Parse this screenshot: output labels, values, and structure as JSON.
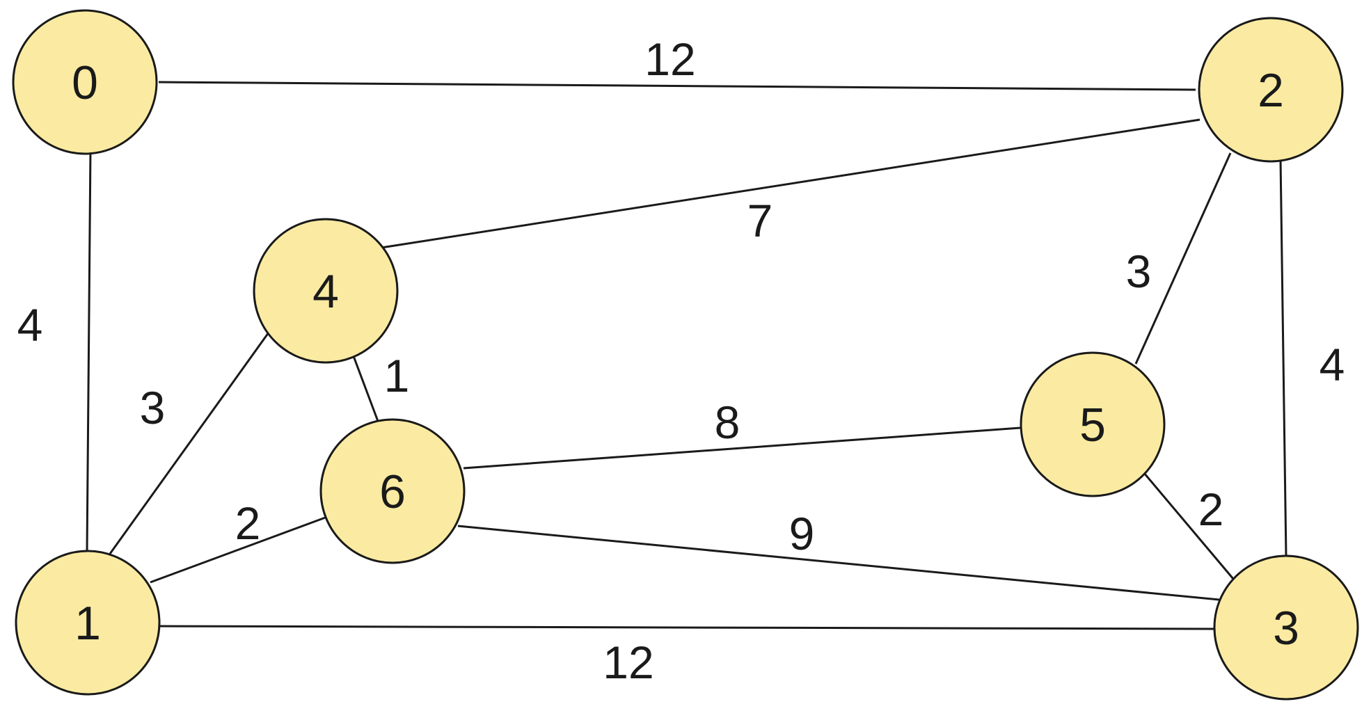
{
  "graph": {
    "node_fill": "#fbeba2",
    "stroke_color": "#1a1a1a",
    "nodes": [
      {
        "id": "0",
        "label": "0"
      },
      {
        "id": "1",
        "label": "1"
      },
      {
        "id": "2",
        "label": "2"
      },
      {
        "id": "3",
        "label": "3"
      },
      {
        "id": "4",
        "label": "4"
      },
      {
        "id": "5",
        "label": "5"
      },
      {
        "id": "6",
        "label": "6"
      }
    ],
    "edges": [
      {
        "from": "0",
        "to": "2",
        "weight": "12"
      },
      {
        "from": "0",
        "to": "1",
        "weight": "4"
      },
      {
        "from": "2",
        "to": "4",
        "weight": "7"
      },
      {
        "from": "2",
        "to": "5",
        "weight": "3"
      },
      {
        "from": "2",
        "to": "3",
        "weight": "4"
      },
      {
        "from": "4",
        "to": "1",
        "weight": "3"
      },
      {
        "from": "4",
        "to": "6",
        "weight": "1"
      },
      {
        "from": "6",
        "to": "5",
        "weight": "8"
      },
      {
        "from": "6",
        "to": "1",
        "weight": "2"
      },
      {
        "from": "6",
        "to": "3",
        "weight": "9"
      },
      {
        "from": "5",
        "to": "3",
        "weight": "2"
      },
      {
        "from": "1",
        "to": "3",
        "weight": "12"
      }
    ]
  }
}
